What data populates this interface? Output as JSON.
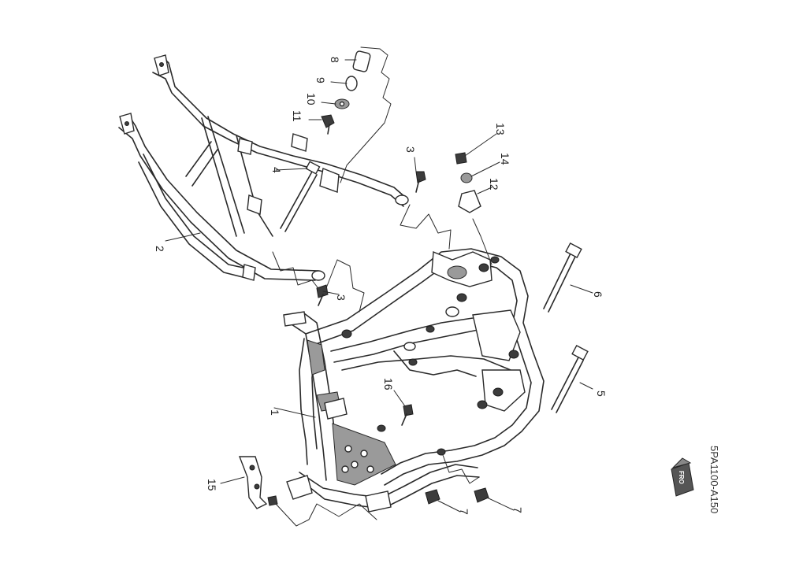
{
  "diagram": {
    "figure_code": "5PA1100-A150",
    "front_mark": "FRO",
    "callouts": {
      "c1": "1",
      "c2": "2",
      "c3a": "3",
      "c3b": "3",
      "c4": "4",
      "c5": "5",
      "c6": "6",
      "c7a": "7",
      "c7b": "7",
      "c8": "8",
      "c9": "9",
      "c10": "10",
      "c11": "11",
      "c12": "12",
      "c13": "13",
      "c14": "14",
      "c15": "15",
      "c16": "16"
    }
  }
}
